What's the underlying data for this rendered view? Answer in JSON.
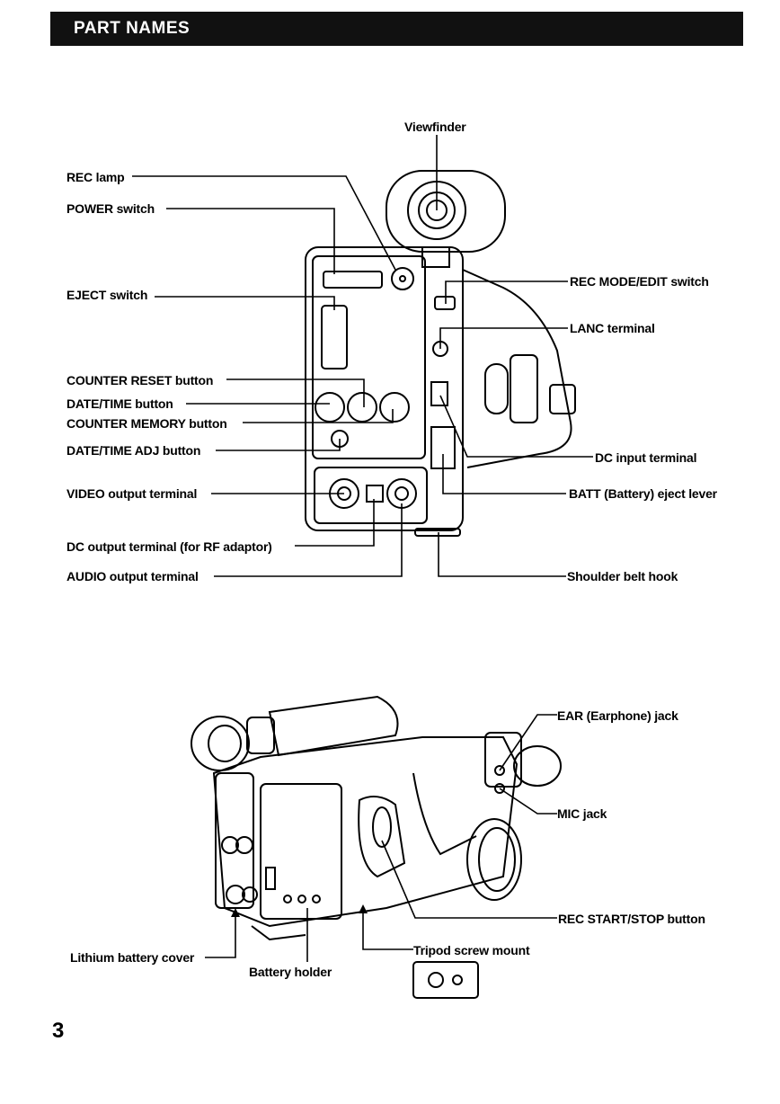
{
  "header": {
    "title": "PART NAMES"
  },
  "top_labels": {
    "viewfinder": "Viewfinder",
    "rec_lamp": "REC lamp",
    "power_switch": "POWER switch",
    "eject_switch": "EJECT switch",
    "counter_reset": "COUNTER RESET button",
    "date_time": "DATE/TIME button",
    "counter_memory": "COUNTER MEMORY button",
    "date_time_adj": "DATE/TIME ADJ button",
    "video_output": "VIDEO output terminal",
    "dc_output": "DC output terminal (for RF adaptor)",
    "audio_output": "AUDIO output terminal",
    "rec_mode_edit": "REC MODE/EDIT switch",
    "lanc": "LANC terminal",
    "dc_input": "DC input terminal",
    "batt_eject": "BATT (Battery) eject lever",
    "shoulder_belt": "Shoulder belt hook"
  },
  "bottom_labels": {
    "ear_jack": "EAR (Earphone) jack",
    "mic_jack": "MIC jack",
    "rec_start_stop": "REC START/STOP button",
    "tripod": "Tripod screw mount",
    "lithium_cover": "Lithium battery cover",
    "battery_holder": "Battery holder"
  },
  "page_number": "3"
}
